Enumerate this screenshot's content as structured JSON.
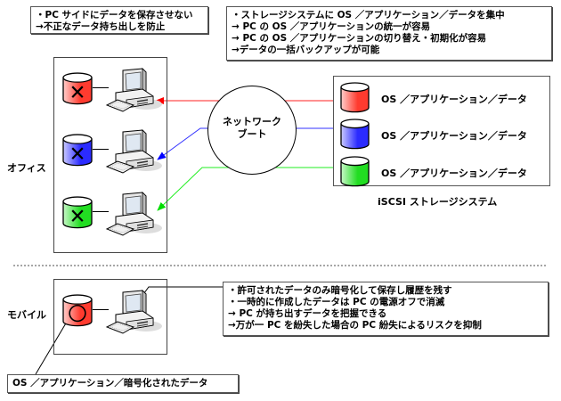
{
  "notes": {
    "top_left": [
      "・PC サイドにデータを保存させない",
      "→不正なデータ持ち出しを防止"
    ],
    "top_right": [
      "・ストレージシステムに OS ／アプリケーション／データを集中",
      "→ PC の OS ／アプリケーションの統一が容易",
      "→ PC の OS ／アプリケーションの切り替え・初期化が容易",
      "→データの一括バックアップが可能"
    ],
    "mobile": [
      "・許可されたデータのみ暗号化して保存し履歴を残す",
      "・一時的に作成したデータは PC の電源オフで消滅",
      "→ PC が持ち出すデータを把握できる",
      "→万が一 PC を紛失した場合の PC 紛失によるリスクを抑制"
    ]
  },
  "sections": {
    "office_label": "オフィス",
    "mobile_label": "モバイル"
  },
  "network_boot": {
    "line1": "ネットワーク",
    "line2": "ブート"
  },
  "storage": {
    "title": "iSCSI ストレージシステム",
    "items": [
      {
        "label": "OS ／アプリケーション／データ",
        "color": "#ff3b2f",
        "name": "red"
      },
      {
        "label": "OS ／アプリケーション／データ",
        "color": "#2b2bff",
        "name": "blue"
      },
      {
        "label": "OS ／アプリケーション／データ",
        "color": "#22dd22",
        "name": "green"
      }
    ]
  },
  "office_pcs": [
    {
      "disk_color": "#ff3b2f",
      "disk_mark": "×",
      "link_color": "#ff0000"
    },
    {
      "disk_color": "#2b2bff",
      "disk_mark": "×",
      "link_color": "#0000ff"
    },
    {
      "disk_color": "#22dd22",
      "disk_mark": "×",
      "link_color": "#00dd00"
    }
  ],
  "mobile_pc": {
    "disk_color": "#ff3b2f",
    "disk_mark": "○",
    "callout": "OS ／アプリケーション／暗号化されたデータ"
  }
}
